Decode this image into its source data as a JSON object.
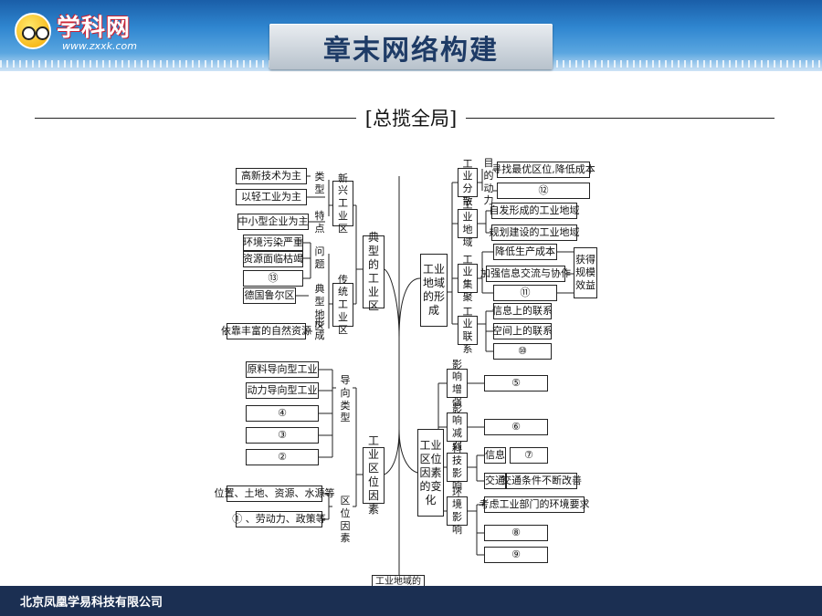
{
  "header": {
    "logo_name": "学科网",
    "logo_url": "www.zxxk.com",
    "title": "章末网络构建"
  },
  "section_title": "[总揽全局]",
  "footer": {
    "company": "北京凤凰学易科技有限公司"
  },
  "diagram": {
    "root": "工业地域的形成与发展",
    "right_top": {
      "title": "工业地域的形成",
      "fenshan": "工业分散",
      "mudi_label": "目的动力",
      "fenshan_items": [
        "寻找最优区位,降低成本",
        "⑫"
      ],
      "diyu": "工业地域",
      "diyu_items": [
        "自发形成的工业地域",
        "规划建设的工业地域"
      ],
      "jiju": "工业集聚",
      "jiju_items": [
        "降低生产成本",
        "加强信息交流与协作",
        "⑪"
      ],
      "huode": "获得规模效益",
      "lianxi": "工业联系",
      "lianxi_items": [
        "信息上的联系",
        "空间上的联系",
        "⑩"
      ]
    },
    "left_top": {
      "title": "典型的工业区",
      "xinxing": "新兴工业区",
      "leixing_label": "类型",
      "tedian_label": "特点",
      "xinxing_items": [
        "高新技术为主",
        "以轻工业为主",
        "中小型企业为主"
      ],
      "chuantong": "传统工业区",
      "wenti_label": "问题",
      "dianxing_label": "典型地区",
      "xingcheng_label": "形成",
      "chuantong_items": [
        "环境污染严重",
        "资源面临枯竭",
        "⑬",
        "德国鲁尔区",
        "依靠丰富的自然资源"
      ]
    },
    "left_bottom": {
      "title": "工业区位因素",
      "daoxiang_label": "导向类型",
      "daoxiang_items": [
        "原料导向型工业",
        "动力导向型工业",
        "④",
        "③",
        "②"
      ],
      "quwei_label": "区位因素",
      "quwei_items": [
        "位置、土地、资源、水源等",
        "①  、劳动力、政策等"
      ]
    },
    "right_bottom": {
      "title": "工业区位因素的变化",
      "zengqiang": "影响增强",
      "zengqiang_item": "⑤",
      "jianruo": "影响减弱",
      "jianruo_item": "⑥",
      "keji": "科技影响",
      "xinxi": "信息",
      "xinxi_item": "⑦",
      "jiaotong": "交通",
      "jiaotong_item": "交通条件不断改善",
      "huanjing": "环境影响",
      "huanjing_items": [
        "考虑工业部门的环境要求",
        "⑧",
        "⑨"
      ]
    }
  }
}
